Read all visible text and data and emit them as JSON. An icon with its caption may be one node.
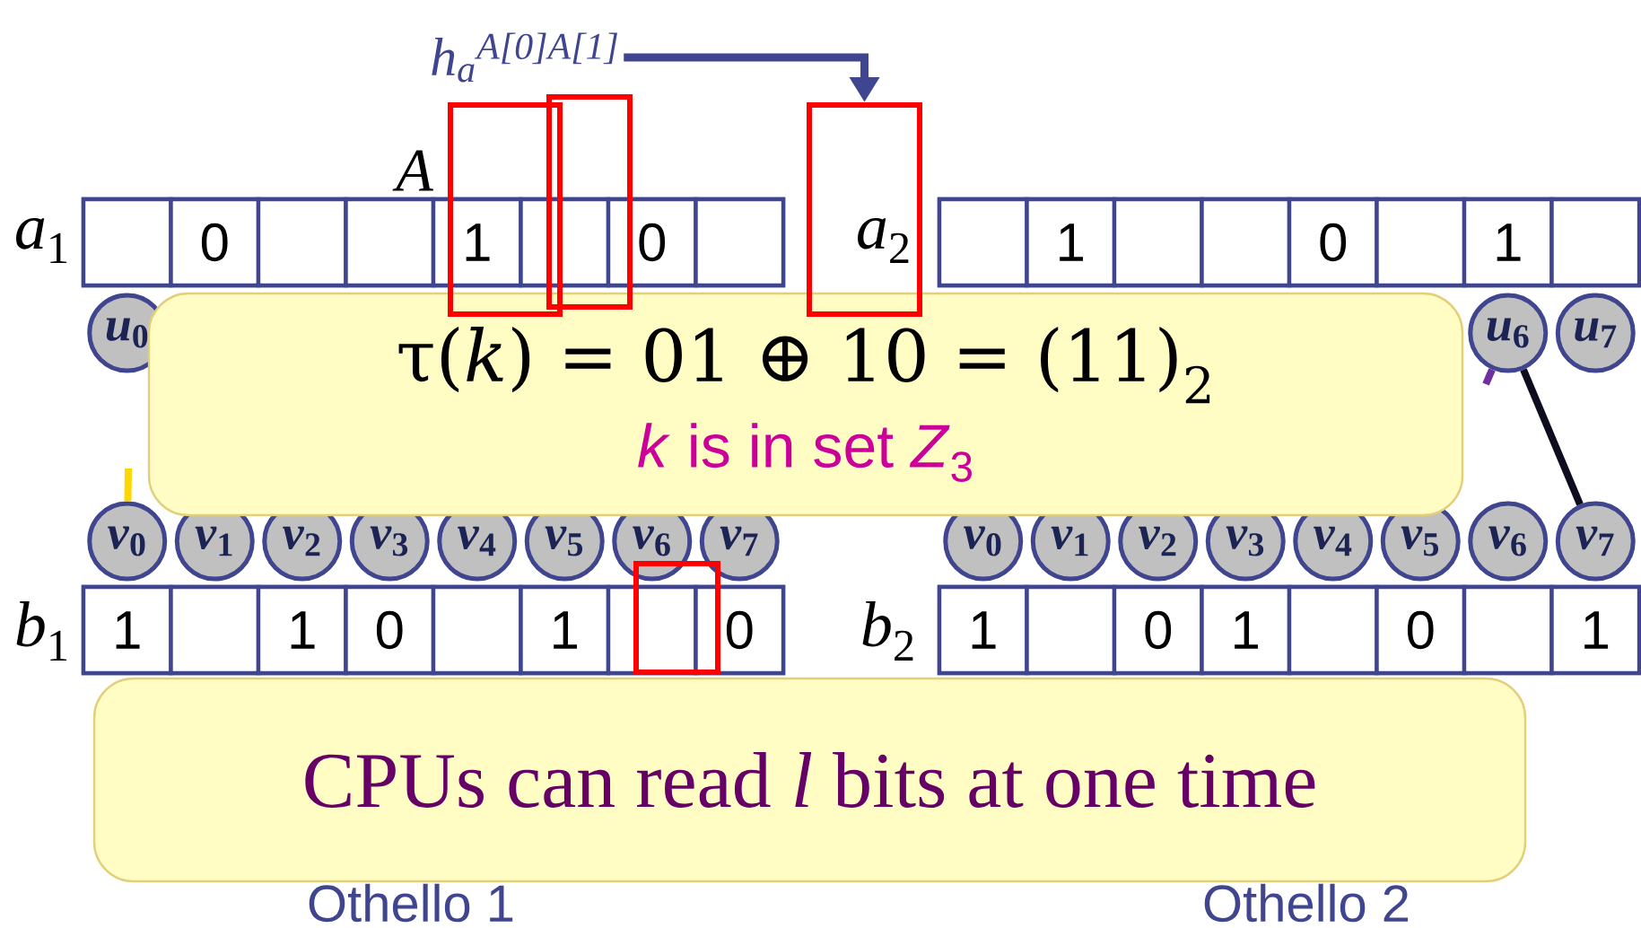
{
  "diagram": {
    "nodes": [
      {
        "text": [
          "*h*$_{a}$$^{A[0]A[1]}$"
        ]
      },
      {
        "text": [],
        "shape": "box"
      },
      {
        "text": [],
        "shape": "box"
      },
      {
        "text": [],
        "shape": "box"
      },
      {
        "text": [],
        "shape": "bar",
        "beside": [
          "*a*$_{1}$"
        ]
      },
      {
        "text": [],
        "shape": "box",
        "in": 4
      },
      {
        "text": [
          "0"
        ],
        "in": 4
      },
      {
        "text": [],
        "shape": "box",
        "in": 4
      },
      {
        "text": [],
        "shape": "box",
        "in": 4
      },
      {
        "text": [
          "1"
        ],
        "in": 4
      },
      {
        "text": [],
        "shape": "box",
        "in": 4
      },
      {
        "text": [
          "0"
        ],
        "in": 4
      },
      {
        "text": [],
        "shape": "box",
        "in": 4
      },
      {
        "text": [],
        "shape": "bar",
        "beside": [
          "*a*$_{2}$"
        ]
      },
      {
        "text": [],
        "shape": "box",
        "in": 13
      },
      {
        "text": [
          "1"
        ],
        "in": 13
      },
      {
        "text": [],
        "shape": "box",
        "in": 13
      },
      {
        "text": [],
        "shape": "box",
        "in": 13
      },
      {
        "text": [
          "0"
        ],
        "in": 13
      },
      {
        "text": [],
        "shape": "box",
        "in": 13
      },
      {
        "text": [
          "1"
        ],
        "in": 13
      },
      {
        "text": [],
        "shape": "box",
        "in": 13
      },
      {
        "text": [
          "*u*$_{0}$"
        ]
      },
      {
        "text": [
          "*u*$_{6}$"
        ]
      },
      {
        "text": [
          "*u*$_{7}$"
        ]
      },
      {
        "text": [
          "τ(*k*) = 01 ⊕ 10 = (11)$_{2}$",
          "*k* is in set *Z*$_{3}$"
        ]
      },
      {
        "text": [
          "*v*$_{0}$"
        ]
      },
      {
        "text": [
          "*v*$_{1}$"
        ]
      },
      {
        "text": [
          "*v*$_{2}$"
        ]
      },
      {
        "text": [
          "*v*$_{3}$"
        ]
      },
      {
        "text": [
          "*v*$_{4}$"
        ]
      },
      {
        "text": [
          "*v*$_{5}$"
        ]
      },
      {
        "text": [
          "*v*$_{6}$"
        ]
      },
      {
        "text": [
          "*v*$_{7}$"
        ]
      },
      {
        "text": [
          "*v*$_{0}$"
        ]
      },
      {
        "text": [
          "*v*$_{1}$"
        ]
      },
      {
        "text": [
          "*v*$_{2}$"
        ]
      },
      {
        "text": [
          "*v*$_{3}$"
        ]
      },
      {
        "text": [
          "*v*$_{4}$"
        ]
      },
      {
        "text": [
          "*v*$_{5}$"
        ]
      },
      {
        "text": [
          "*v*$_{6}$"
        ]
      },
      {
        "text": [
          "*v*$_{7}$"
        ]
      },
      {
        "text": [],
        "shape": "box"
      },
      {
        "text": [],
        "shape": "bar",
        "beside": [
          "*b*$_{1}$"
        ]
      },
      {
        "text": [
          "1"
        ],
        "in": 43
      },
      {
        "text": [],
        "shape": "box",
        "in": 43
      },
      {
        "text": [
          "1"
        ],
        "in": 43
      },
      {
        "text": [
          "0"
        ],
        "in": 43
      },
      {
        "text": [],
        "shape": "box",
        "in": 43
      },
      {
        "text": [
          "1"
        ],
        "in": 43
      },
      {
        "text": [],
        "shape": "box",
        "in": 43
      },
      {
        "text": [
          "0"
        ],
        "in": 43
      },
      {
        "text": [],
        "shape": "bar",
        "beside": [
          "*b*$_{2}$"
        ]
      },
      {
        "text": [
          "1"
        ],
        "in": 52
      },
      {
        "text": [],
        "shape": "box",
        "in": 52
      },
      {
        "text": [
          "0"
        ],
        "in": 52
      },
      {
        "text": [
          "1"
        ],
        "in": 52
      },
      {
        "text": [],
        "shape": "box",
        "in": 52
      },
      {
        "text": [
          "0"
        ],
        "in": 52
      },
      {
        "text": [],
        "shape": "box",
        "in": 52
      },
      {
        "text": [
          "1"
        ],
        "in": 52
      },
      {
        "text": [
          "CPUs can read *l* bits at one time"
        ]
      }
    ],
    "edges": [
      {
        "from": 0,
        "to": 3,
        "arrow": "to",
        "color": "#3f458f"
      },
      {
        "from": null,
        "to": 26,
        "arrow": "none",
        "color": "#ffd700"
      },
      {
        "from": 23,
        "to": null,
        "arrow": "none",
        "color": "#7030a0"
      },
      {
        "from": 23,
        "to": 41,
        "arrow": "none",
        "color": "#0d0d1f"
      }
    ],
    "labels": [
      "A",
      "Othello 1",
      "Othello 2"
    ]
  }
}
